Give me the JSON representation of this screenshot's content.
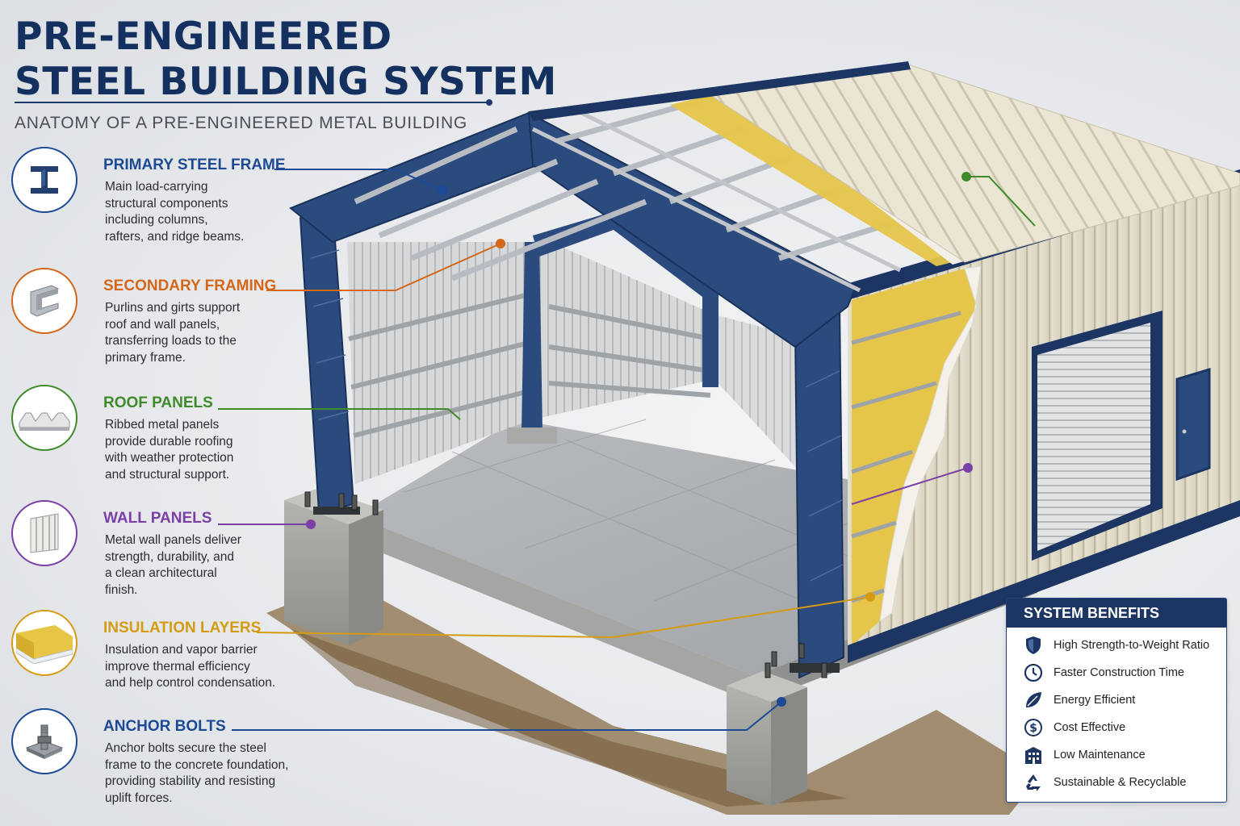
{
  "header": {
    "title_line1": "PRE-ENGINEERED",
    "title_line2": "STEEL BUILDING SYSTEM",
    "subtitle": "ANATOMY OF A PRE-ENGINEERED METAL BUILDING"
  },
  "components": [
    {
      "title": "PRIMARY STEEL FRAME",
      "color": "#1c4a94",
      "icon": "i-beam-icon",
      "lines": [
        "Main load-carrying",
        "structural components",
        "including columns,",
        "rafters, and ridge beams."
      ]
    },
    {
      "title": "SECONDARY FRAMING",
      "color": "#d4671a",
      "icon": "c-channel-icon",
      "lines": [
        "Purlins and girts support",
        "roof and wall panels,",
        "transferring loads to the",
        "primary frame."
      ]
    },
    {
      "title": "ROOF PANELS",
      "color": "#3f8a2a",
      "icon": "ribbed-panel-icon",
      "lines": [
        "Ribbed metal panels",
        "provide durable roofing",
        "with weather protection",
        "and structural support."
      ]
    },
    {
      "title": "WALL PANELS",
      "color": "#7b3fa6",
      "icon": "wall-panel-icon",
      "lines": [
        "Metal wall panels deliver",
        "strength, durability, and",
        "a clean architectural",
        "finish."
      ]
    },
    {
      "title": "INSULATION LAYERS",
      "color": "#d59b12",
      "icon": "insulation-icon",
      "lines": [
        "Insulation and vapor barrier",
        "improve thermal efficiency",
        "and help control condensation."
      ]
    },
    {
      "title": "ANCHOR BOLTS",
      "color": "#1c4a94",
      "icon": "anchor-bolt-icon",
      "lines": [
        "Anchor bolts secure the steel",
        "frame to the concrete foundation,",
        "providing stability and resisting",
        "uplift forces."
      ]
    }
  ],
  "benefits": {
    "title": "SYSTEM BENEFITS",
    "items": [
      {
        "label": "High Strength-to-Weight Ratio",
        "icon": "shield-icon"
      },
      {
        "label": "Faster Construction Time",
        "icon": "clock-icon"
      },
      {
        "label": "Energy Efficient",
        "icon": "leaf-icon"
      },
      {
        "label": "Cost Effective",
        "icon": "dollar-icon"
      },
      {
        "label": "Low Maintenance",
        "icon": "building-icon"
      },
      {
        "label": "Sustainable & Recyclable",
        "icon": "recycle-icon"
      }
    ]
  },
  "colors": {
    "navy": "#1c3563",
    "steel": "#2b4a7e",
    "roof": "#ece7d6",
    "insulation": "#e8c94a"
  }
}
